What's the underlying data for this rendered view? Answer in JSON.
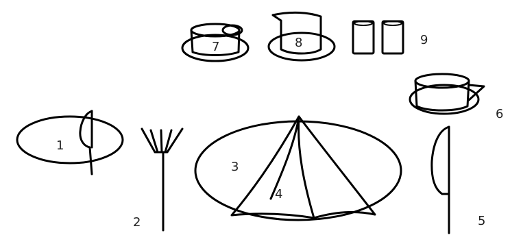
{
  "diagram": {
    "labels": {
      "bread_plate": "1",
      "fork": "2",
      "dinner_plate": "3",
      "napkin": "4",
      "knife": "5",
      "coffee_cup": "6",
      "sugar_bowl": "7",
      "creamer": "8",
      "salt_pepper": "9"
    }
  }
}
